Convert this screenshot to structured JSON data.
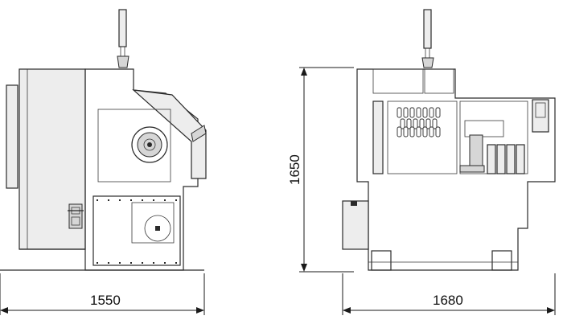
{
  "dimensions": {
    "front_width": "1550",
    "side_depth": "1680",
    "height": "1650"
  }
}
